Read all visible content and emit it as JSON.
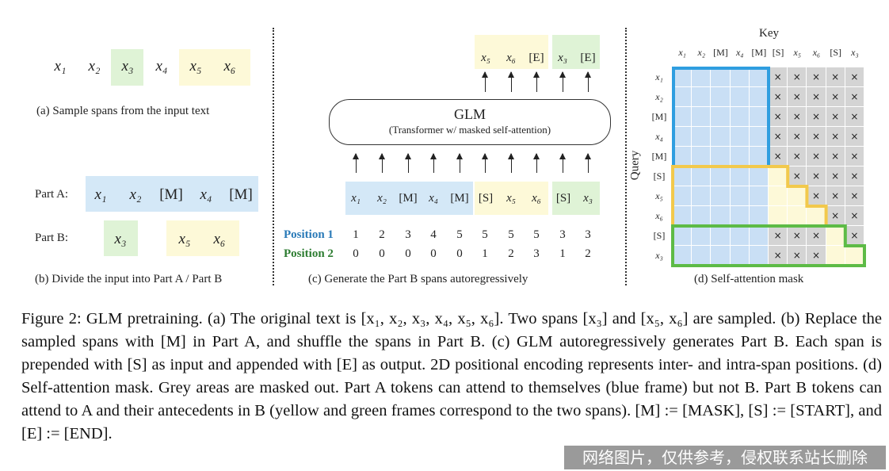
{
  "panel_a": {
    "tokens": [
      "x₁",
      "x₂",
      "x₃",
      "x₄",
      "x₅",
      "x₆"
    ],
    "caption": "(a)  Sample spans from the input text"
  },
  "panel_b": {
    "part_a_label": "Part A:",
    "part_b_label": "Part B:",
    "part_a_tokens": [
      "x₁",
      "x₂",
      "[M]",
      "x₄",
      "[M]"
    ],
    "part_b_tokens": [
      "x₃",
      "x₅",
      "x₆"
    ],
    "caption": "(b)  Divide the input into Part A / Part B"
  },
  "panel_c": {
    "model_title": "GLM",
    "model_subtitle": "(Transformer w/ masked self-attention)",
    "outputs": [
      "x₅",
      "x₆",
      "[E]",
      "x₃",
      "[E]"
    ],
    "inputs": [
      "x₁",
      "x₂",
      "[M]",
      "x₄",
      "[M]",
      "[S]",
      "x₅",
      "x₆",
      "[S]",
      "x₃"
    ],
    "position1_label": "Position 1",
    "position2_label": "Position 2",
    "position1": [
      "1",
      "2",
      "3",
      "4",
      "5",
      "5",
      "5",
      "5",
      "3",
      "3"
    ],
    "position2": [
      "0",
      "0",
      "0",
      "0",
      "0",
      "1",
      "2",
      "3",
      "1",
      "2"
    ],
    "caption": "(c)  Generate the Part B spans autoregressively",
    "position1_color": "#2a7ab8",
    "position2_color": "#2e7d32"
  },
  "panel_d": {
    "key_label": "Key",
    "query_label": "Query",
    "key_tokens": [
      "x₁",
      "x₂",
      "[M]",
      "x₄",
      "[M]",
      "[S]",
      "x₅",
      "x₆",
      "[S]",
      "x₃"
    ],
    "query_tokens": [
      "x₁",
      "x₂",
      "[M]",
      "x₄",
      "[M]",
      "[S]",
      "x₅",
      "x₆",
      "[S]",
      "x₃"
    ],
    "mask_symbol": "×",
    "caption": "(d)  Self-attention mask",
    "frame_colors": {
      "blue": "#2f9ee0",
      "yellow": "#f2c94c",
      "green": "#5dbb46"
    }
  },
  "figure_caption": {
    "p1": "Figure 2: GLM pretraining. (a) The original text is [x₁, x₂, x₃, x₄, x₅, x₆]. Two spans [x₃] and [x₅, x₆] are sampled. (b) Replace the sampled spans with [M] in Part A, and shuffle the spans in Part B. (c) GLM autoregressively generates Part B. Each span is prepended with [S] as input and appended with [E] as output.  2D positional encoding represents inter- and intra-span positions. (d) Self-attention mask. Grey areas are masked out. Part A tokens can attend to themselves (blue frame) but not B. Part B tokens can attend to A and their antecedents in B (yellow and green frames correspond to the two spans). [M] := [MASK], [S] := [START], and [E] := [END]."
  },
  "watermark": "网络图片，仅供参考，侵权联系站长删除"
}
